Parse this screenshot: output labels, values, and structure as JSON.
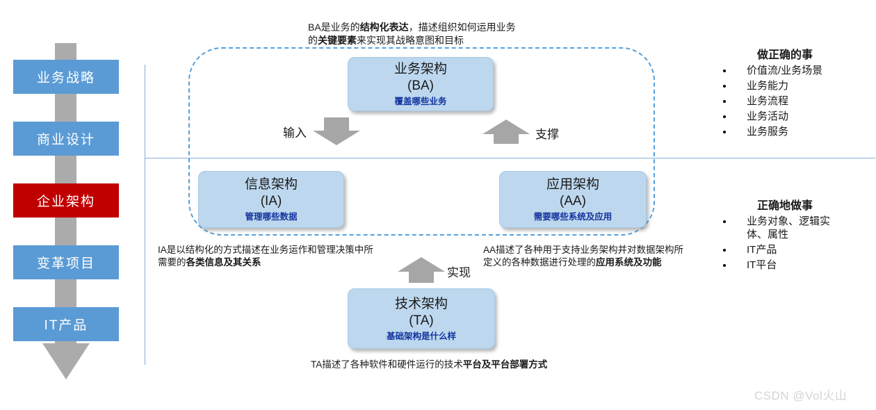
{
  "sidebar": {
    "items": [
      {
        "label": "业务战略",
        "variant": "blue"
      },
      {
        "label": "商业设计",
        "variant": "blue"
      },
      {
        "label": "企业架构",
        "variant": "red"
      },
      {
        "label": "变革项目",
        "variant": "blue"
      },
      {
        "label": "IT产品",
        "variant": "blue"
      }
    ]
  },
  "arch_boxes": {
    "ba": {
      "title": "业务架构",
      "abbr": "(BA)",
      "subtitle": "覆盖哪些业务"
    },
    "ia": {
      "title": "信息架构",
      "abbr": "(IA)",
      "subtitle": "管理哪些数据"
    },
    "aa": {
      "title": "应用架构",
      "abbr": "(AA)",
      "subtitle": "需要哪些系统及应用"
    },
    "ta": {
      "title": "技术架构",
      "abbr": "(TA)",
      "subtitle": "基础架构是什么样"
    }
  },
  "flow_labels": {
    "input": "输入",
    "support": "支撑",
    "realize": "实现"
  },
  "notes": {
    "ba": {
      "l1_pre": "BA是业务的",
      "l1_bold": "结构化表达",
      "l1_post": "，描述组织如何运用业务",
      "l2_pre": "的",
      "l2_bold": "关键要素",
      "l2_post": "来实现其战略意图和目标"
    },
    "ia": {
      "l1": "IA是以结构化的方式描述在业务运作和管理决策中所",
      "l2_pre": "需要的",
      "l2_bold": "各类信息及其关系"
    },
    "aa": {
      "l1": "AA描述了各种用于支持业务架构并对数据架构所",
      "l2_pre": "定义的各种数据进行处理的",
      "l2_bold": "应用系统及功能"
    },
    "ta": {
      "pre": "TA描述了各种软件和硬件运行的技术",
      "bold": "平台及平台部署方式"
    }
  },
  "lists": {
    "do_right_things": {
      "title": "做正确的事",
      "items": [
        "价值流/业务场景",
        "业务能力",
        "业务流程",
        "业务活动",
        "业务服务"
      ]
    },
    "do_things_right": {
      "title": "正确地做事",
      "items": [
        "业务对象、逻辑实体、属性",
        "IT产品",
        "IT平台"
      ]
    }
  },
  "watermark": "CSDN @Vol火山",
  "colors": {
    "sidebar_blue": "#5B9BD5",
    "highlight_red": "#C00000",
    "box_fill": "#BDD7EE",
    "box_subtitle_blue": "#14339E",
    "line_blue": "#85ADDB",
    "dashed_border_blue": "#55A0DC",
    "arrow_gray": "#A6A6A6",
    "watermark_gray": "#D4D4D4"
  }
}
